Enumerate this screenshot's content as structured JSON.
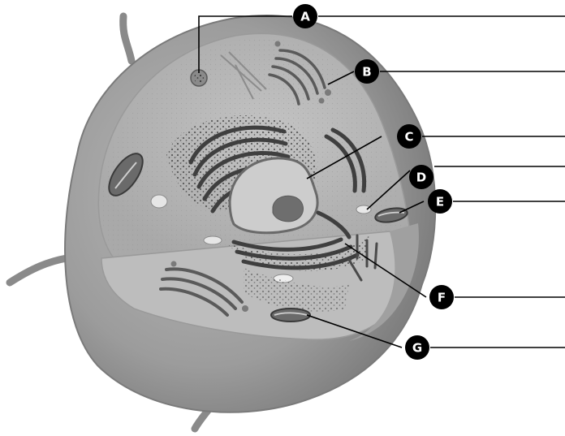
{
  "colors": {
    "background": "#ffffff",
    "cell_dark": "#8a8a8a",
    "cell_mid": "#a6a6a6",
    "cell_light": "#c2c2c2",
    "organelle_dark": "#4a4a4a",
    "nucleus": "#cfcfcf",
    "nucleolus": "#6e6e6e",
    "leader_line": "#000000"
  },
  "labels": [
    {
      "letter": "A"
    },
    {
      "letter": "B"
    },
    {
      "letter": "C"
    },
    {
      "letter": "D"
    },
    {
      "letter": "E"
    },
    {
      "letter": "F"
    },
    {
      "letter": "G"
    }
  ]
}
